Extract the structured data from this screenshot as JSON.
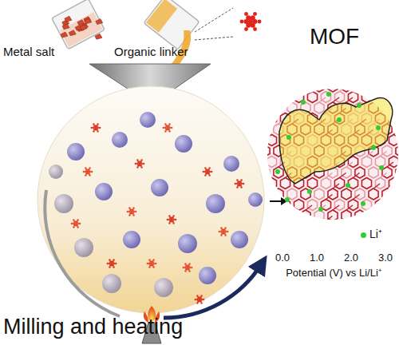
{
  "diagram": {
    "labels": [
      "Metal salt",
      "Organic linker",
      "MOF",
      "Milling and heating",
      "0.0",
      "1.0",
      "2.0",
      "3.0",
      "Potential (V) vs Li/Li⁺"
    ],
    "legend": [
      {
        "text": "Li⁺",
        "color": "#33cc33"
      }
    ]
  }
}
